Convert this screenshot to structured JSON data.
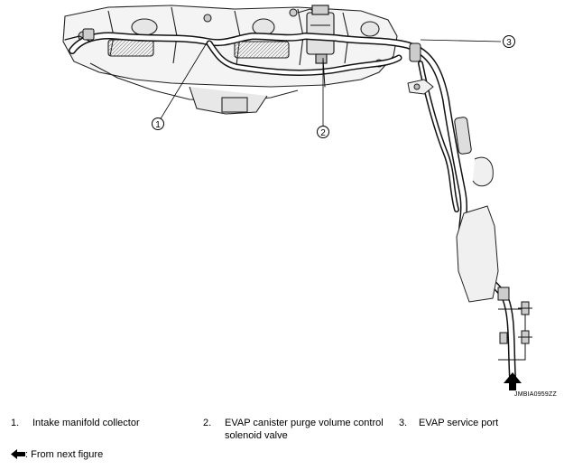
{
  "callouts": [
    {
      "number": "1",
      "label": "Intake manifold collector"
    },
    {
      "number": "2",
      "label": "EVAP canister purge volume control solenoid valve"
    },
    {
      "number": "3",
      "label": "EVAP service port"
    }
  ],
  "legend": [
    {
      "number": "1.",
      "text": "Intake manifold collector"
    },
    {
      "number": "2.",
      "text": "EVAP canister purge volume control solenoid valve"
    },
    {
      "number": "3.",
      "text": "EVAP service port"
    }
  ],
  "figure_code": "JMBIA0959ZZ",
  "note": {
    "icon": "arrow-left-icon",
    "text": ": From next figure"
  }
}
